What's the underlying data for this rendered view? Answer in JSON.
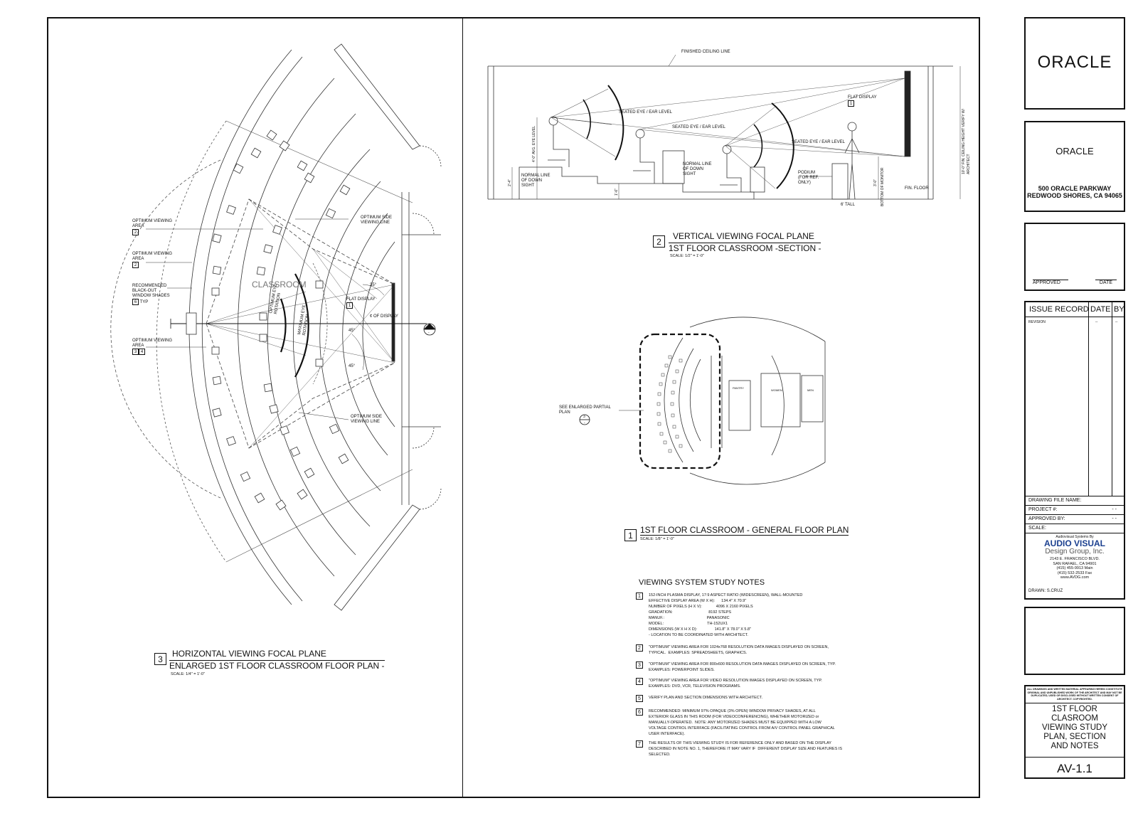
{
  "plan_left": {
    "labels": {
      "optimum_area_1": "OPTIMUM VIEWING AREA",
      "optimum_area_1_num": "2",
      "optimum_area_2": "OPTIMUM VIEWING AREA",
      "optimum_area_2_num": "2",
      "blackout": "RECOMMENDED BLACK-OUT WINDOW SHADES",
      "blackout_num": "6",
      "blackout_typ": "TYP",
      "optimum_area_3": "OPTIMUM VIEWING AREA",
      "optimum_area_3_num_a": "3",
      "optimum_area_3_num_b": "4",
      "side_line_top": "OPTIMUM SIDE VIEWING LINE",
      "side_line_bottom": "OPTIMUM SIDE VIEWING LINE",
      "room": "CLASSROOM",
      "flat_display": "FLAT DISPLAY",
      "flat_display_num": "1",
      "cl_display": "¢ OF DISPLAY",
      "angle_35": "35°",
      "angle_45a": "45°",
      "angle_45b": "45°",
      "opt_eye": "OPTIMUM EYE ROTATION",
      "max_eye": "MAXIMUM EYE ROTATION",
      "callout_num": "2",
      "callout_sheet": "-"
    },
    "title_num": "3",
    "title_line1": "HORIZONTAL VIEWING FOCAL PLANE",
    "title_line2": "ENLARGED 1ST FLOOR CLASSROOM FLOOR PLAN -",
    "scale": "SCALE: 1/4\" = 1'-0\""
  },
  "section": {
    "labels": {
      "ceiling": "FINISHED CEILING LINE",
      "flat_display": "FLAT DISPLAY",
      "flat_display_num": "1",
      "seated_1": "SEATED EYE / EAR LEVEL",
      "seated_2": "SEATED EYE / EAR LEVEL",
      "seated_3": "SEATED EYE / EAR LEVEL",
      "normal_1": "NORMAL LINE OF DOWN SIGHT",
      "normal_2": "NORMAL LINE OF DOWN SIGHT",
      "podium": "PODIUM (FOR REF. ONLY)",
      "fin_floor": "FIN. FLOOR",
      "tall": "6' TALL",
      "ceiling_height": "10'-0\" FIN. CEILING HEIGHT VERIFY W/ ARCHITECT",
      "bottom_monitor": "BOTTOM OF MONITOR",
      "dim_2_4": "2'-4\"",
      "dim_1_6": "1'-6\"",
      "dim_4_0": "4'-0\" AVG. EYE LEVEL",
      "dim_3_0": "3'-0\""
    },
    "title_num": "2",
    "title_line1": "VERTICAL VIEWING FOCAL PLANE",
    "title_line2": "1ST FLOOR CLASSROOM -SECTION -",
    "scale": "SCALE: 1/2\" = 1'-0\""
  },
  "general": {
    "labels": {
      "see_enlarged": "SEE ENLARGED PARTIAL PLAN",
      "callout_num": "3",
      "callout_sheet": "-",
      "pantry": "PANTRY",
      "women": "WOMEN",
      "men": "MEN"
    },
    "title_num": "1",
    "title": "1ST FLOOR CLASSROOM - GENERAL FLOOR PLAN",
    "scale": "SCALE: 1/8\" = 1'-0\""
  },
  "notes": {
    "heading": "VIEWING SYSTEM STUDY NOTES",
    "items": [
      {
        "num": "1",
        "lines": [
          "152-INCH PLASMA DISPLAY, 17:9 ASPECT RATIO (WIDESCREEN), WALL-MOUNTED",
          "EFFECTIVE DISPLAY AREA (W X H):      134.4\" X 70.9\"",
          "NUMBER OF PIXELS (H X V):             4096 X 2160 PIXELS",
          "GRADATION:                                 8192 STEPS",
          "MANUF.:                                       PANASONIC",
          "MODEL:                                        TH-152UX1",
          "DIMENSIONS (W X H X D):                141.8\" X 78.0\" X 5.8\"",
          "- LOCATION TO BE COORDINATED WITH ARCHITECT."
        ]
      },
      {
        "num": "2",
        "lines": [
          "\"OPTIMUM\" VIEWING AREA FOR 1024x768 RESOLUTION DATA IMAGES DISPLAYED ON SCREEN,",
          "TYPICAL.  EXAMPLES: SPREADSHEETS, GRAPHICS."
        ]
      },
      {
        "num": "3",
        "lines": [
          "\"OPTIMUM\" VIEWING AREA FOR 800x600 RESOLUTION DATA IMAGES DISPLAYED ON SCREEN, TYP.",
          "EXAMPLES: POWERPOINT SLIDES."
        ]
      },
      {
        "num": "4",
        "lines": [
          "\"OPTIMUM\" VIEWING AREA FOR VIDEO RESOLUTION IMAGES DISPLAYED ON SCREEN, TYP.",
          "EXAMPLES: DVD, VCR, TELEVISION PROGRAMS."
        ]
      },
      {
        "num": "5",
        "lines": [
          "VERIFY PLAN AND SECTION DIMENSIONS WITH ARCHITECT."
        ]
      },
      {
        "num": "6",
        "lines": [
          "RECOMMENDED: MINIMUM 97% OPAQUE (3% OPEN) WINDOW PRIVACY SHADES, AT ALL",
          "EXTERIOR GLASS IN THIS ROOM (FOR VIDEOCONFERENCING), WHETHER MOTORIZED or",
          "MANUALLY-OPERATED.  NOTE: ANY MOTORIZED SHADES MUST BE EQUIPPED WITH A LOW",
          "VOLTAGE CONTROL INTERFACE (FACILITATING CONTROL FROM A/V CONTROL PANEL GRAPHICAL",
          "USER INTERFACE)."
        ]
      },
      {
        "num": "7",
        "lines": [
          "THE RESULTS OF THIS VIEWING STUDY IS FOR REFERENCE ONLY AND BASED ON THE DISPLAY",
          "DESCRIBED IN NOTE NO. 1, THEREFORE IT MAY VARY IF  DIFFERENT DISPLAY SIZE AND FEATURES IS",
          "SELECTED."
        ]
      }
    ]
  },
  "titleblock": {
    "logo": "ORACLE",
    "client": "ORACLE",
    "address1": "500 ORACLE PARKWAY",
    "address2": "REDWOOD SHORES, CA 94065",
    "approved": "APPROVED",
    "date": "DATE",
    "issue_record": "ISSUE RECORD",
    "issue_date": "DATE",
    "issue_by": "BY",
    "revision": "REVISION",
    "revision_date": "--",
    "revision_by": "--",
    "drawing_file": "DRAWING FILE NAME:",
    "project": "PROJECT #:",
    "project_val": "- -",
    "approved_by": "APPROVED BY:",
    "approved_by_val": "- -",
    "scale": "SCALE:",
    "firm_tag": "Audiovisual Systems By",
    "firm_name1": "AUDIO VISUAL",
    "firm_name2": "Design Group, Inc.",
    "firm_addr1": "2143 E. FRANCISCO BLVD.",
    "firm_addr2": "SAN RAFAEL, CA 94901",
    "firm_phone": "(415) 455-9913 Main",
    "firm_fax": "(415) 532-2533  Fax",
    "firm_web": "www.AVDG.com",
    "drawn": "DRAWN: S.CRUZ",
    "copyright": "ALL DRAWINGS AND WRITTEN MATERIAL APPEARING HEREIN CONSTITUTE ORIGINAL AND UNPUBLISHED WORK OF THE ARCHITECT AND MAY NOT BE DUPLICATED, USED OR DISCLOSED WITHOUT WRITTEN CONSENT OF ARCHITECT.  COPYRIGHTED.",
    "sheet_title": "1ST FLOOR CLASROOM VIEWING STUDY PLAN, SECTION AND NOTES",
    "sheet_number": "AV-1.1"
  }
}
